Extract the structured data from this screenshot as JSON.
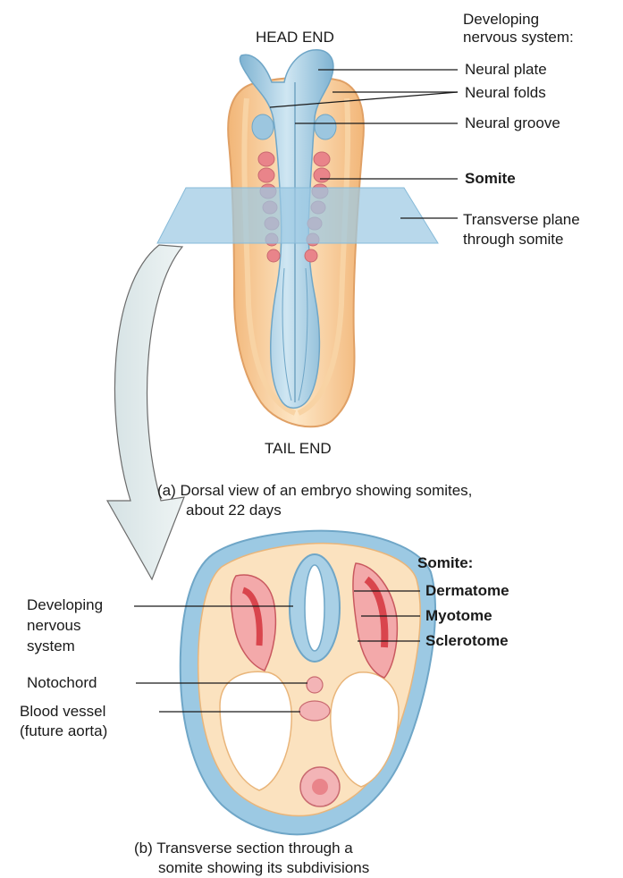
{
  "panel_a": {
    "head_end": "HEAD END",
    "tail_end": "TAIL END",
    "group_title_line1": "Developing",
    "group_title_line2": "nervous system:",
    "labels": {
      "neural_plate": "Neural plate",
      "neural_folds": "Neural folds",
      "neural_groove": "Neural groove",
      "somite": "Somite",
      "transverse_plane_line1": "Transverse plane",
      "transverse_plane_line2": "through somite"
    },
    "caption_line1": "(a) Dorsal view of an embryo showing somites,",
    "caption_line2": "about 22 days"
  },
  "panel_b": {
    "somite_title": "Somite:",
    "labels": {
      "dermatome": "Dermatome",
      "myotome": "Myotome",
      "sclerotome": "Sclerotome",
      "developing_line1": "Developing",
      "developing_line2": "nervous",
      "developing_line3": "system",
      "notochord": "Notochord",
      "blood_vessel_line1": "Blood  vessel",
      "blood_vessel_line2": "(future aorta)"
    },
    "caption_line1": "(b) Transverse section through a",
    "caption_line2": "somite showing its subdivisions"
  },
  "colors": {
    "neural_blue": "#a9d0e6",
    "neural_blue_dark": "#7fb3d2",
    "tissue_tan": "#f4c08a",
    "tissue_light": "#fbe2bf",
    "somite_pink": "#e9848a",
    "myotome_red": "#d9454d",
    "plane_blue": "#9cc9e3"
  }
}
